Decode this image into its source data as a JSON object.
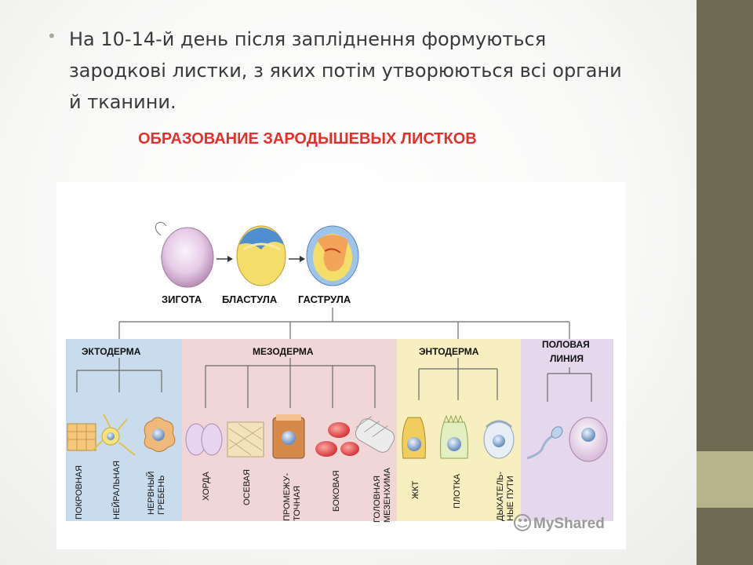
{
  "slide": {
    "bullet_char": "•",
    "bullet_line1": "На 10-14-й день після запліднення формуються",
    "bullet_line2": "зародкові листки, з яких потім утворюються всі органи",
    "bullet_line3": "й тканини."
  },
  "figure": {
    "title": "ОБРАЗОВАНИЕ  ЗАРОДЫШЕВЫХ  ЛИСТКОВ",
    "stages": [
      "ЗИГОТА",
      "БЛАСТУЛА",
      "ГАСТРУЛА"
    ],
    "groups": {
      "ectoderm": "ЭКТОДЕРМА",
      "mesoderm": "МЕЗОДЕРМА",
      "endoderm": "ЭНТОДЕРМА",
      "germline_1": "ПОЛОВАЯ",
      "germline_2": "ЛИНИЯ"
    },
    "tissues": {
      "pokrovnaya": "ПОКРОВНАЯ",
      "neiralnaya": "НЕЙРАЛЬНАЯ",
      "nervny_1": "НЕРВНЫЙ",
      "nervny_2": "ГРЕБЕНЬ",
      "khorda": "ХОРДА",
      "osevaya": "ОСЕВАЯ",
      "promezh_1": "ПРОМЕЖУ-",
      "promezh_2": "ТОЧНАЯ",
      "bokovaya": "БОКОВАЯ",
      "golovnaya_1": "ГОЛОВНАЯ",
      "golovnaya_2": "МЕЗЕНХИМА",
      "zhkt": "ЖКТ",
      "plotka": "ПЛОТКА",
      "dykh_1": "ДЫХАТЕЛЬ-",
      "dykh_2": "НЫЕ ПУТИ"
    },
    "watermark": "MyShared",
    "colors": {
      "title": "#e2312b",
      "ectoderm_panel": "#c9dcee",
      "mesoderm_panel": "#f0d6d6",
      "endoderm_panel": "#f7efbf",
      "germline_panel": "#e6d8ec",
      "side_bar": "#6e6b54",
      "side_block": "#b7b38b"
    }
  }
}
